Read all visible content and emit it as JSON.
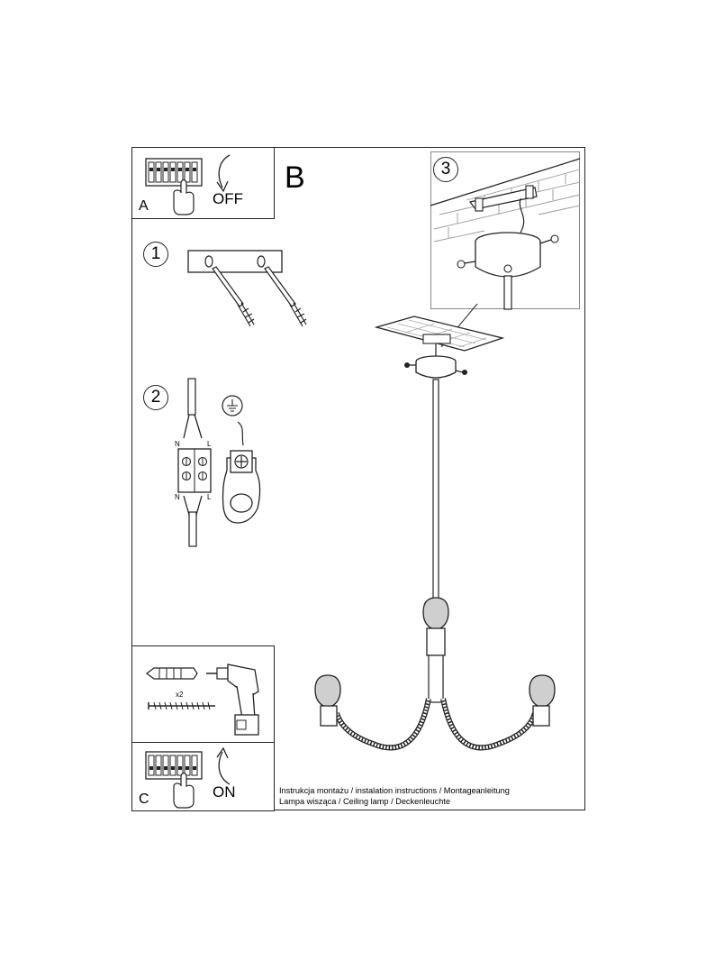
{
  "header": {
    "section_letter": "B"
  },
  "panel_a": {
    "letter": "A",
    "action": "OFF"
  },
  "panel_c": {
    "letter": "C",
    "action": "ON"
  },
  "steps": [
    {
      "number": "1"
    },
    {
      "number": "2",
      "wiring": {
        "top_left": "N",
        "top_right": "L",
        "bottom_left": "N",
        "bottom_right": "L"
      }
    },
    {
      "number": "3"
    }
  ],
  "tools": {
    "quantity": "x2"
  },
  "footer": {
    "line1": "Instrukcja montażu / instalation instructions / Montageanleitung",
    "line2": "Lampa wisząca / Ceiling lamp  / Deckenleuchte"
  },
  "colors": {
    "ink": "#222222",
    "paper": "#ffffff",
    "shade": "#cfcfcf"
  }
}
